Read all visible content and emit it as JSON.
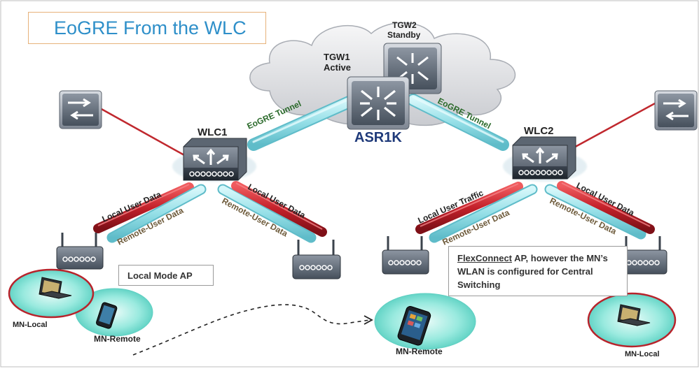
{
  "title": "EoGRE From the WLC",
  "cloud": {
    "tgw1_name": "TGW1",
    "tgw1_state": "Active",
    "tgw2_name": "TGW2",
    "tgw2_state": "Standby",
    "router_label": "ASR1K"
  },
  "tunnels": {
    "left": "EoGRE Tunnel",
    "right": "EoGRE Tunnel"
  },
  "wlc1": {
    "label": "WLC1",
    "link_left_top": "Local User Data",
    "link_left_bottom": "Remote-User Data",
    "link_right_top": "Local User Data",
    "link_right_bottom": "Remote-User Data"
  },
  "wlc2": {
    "label": "WLC2",
    "link_left_top": "Local User Traffic",
    "link_left_bottom": "Remote-User Data",
    "link_right_top": "Local User Data",
    "link_right_bottom": "Remote-User Data"
  },
  "notes": {
    "local_mode": "Local Mode AP",
    "flex_prefix": "FlexConnect",
    "flex_rest": " AP, however the MN’s WLAN is configured for Central Switching"
  },
  "clients": {
    "left_local": "MN-Local",
    "left_remote": "MN-Remote",
    "center_remote": "MN-Remote",
    "right_local": "MN-Local"
  },
  "icons": [
    "switch-icon",
    "router-icon",
    "wlc-icon",
    "access-point-icon",
    "laptop-icon",
    "smartphone-icon",
    "cloud-icon"
  ],
  "colors": {
    "title_blue": "#2e8fc9",
    "tunnel_cyan": "#9fe3ea",
    "tunnel_red": "#c6202a",
    "link_red": "#c0282e",
    "client_halo": "#7fe0d4"
  }
}
